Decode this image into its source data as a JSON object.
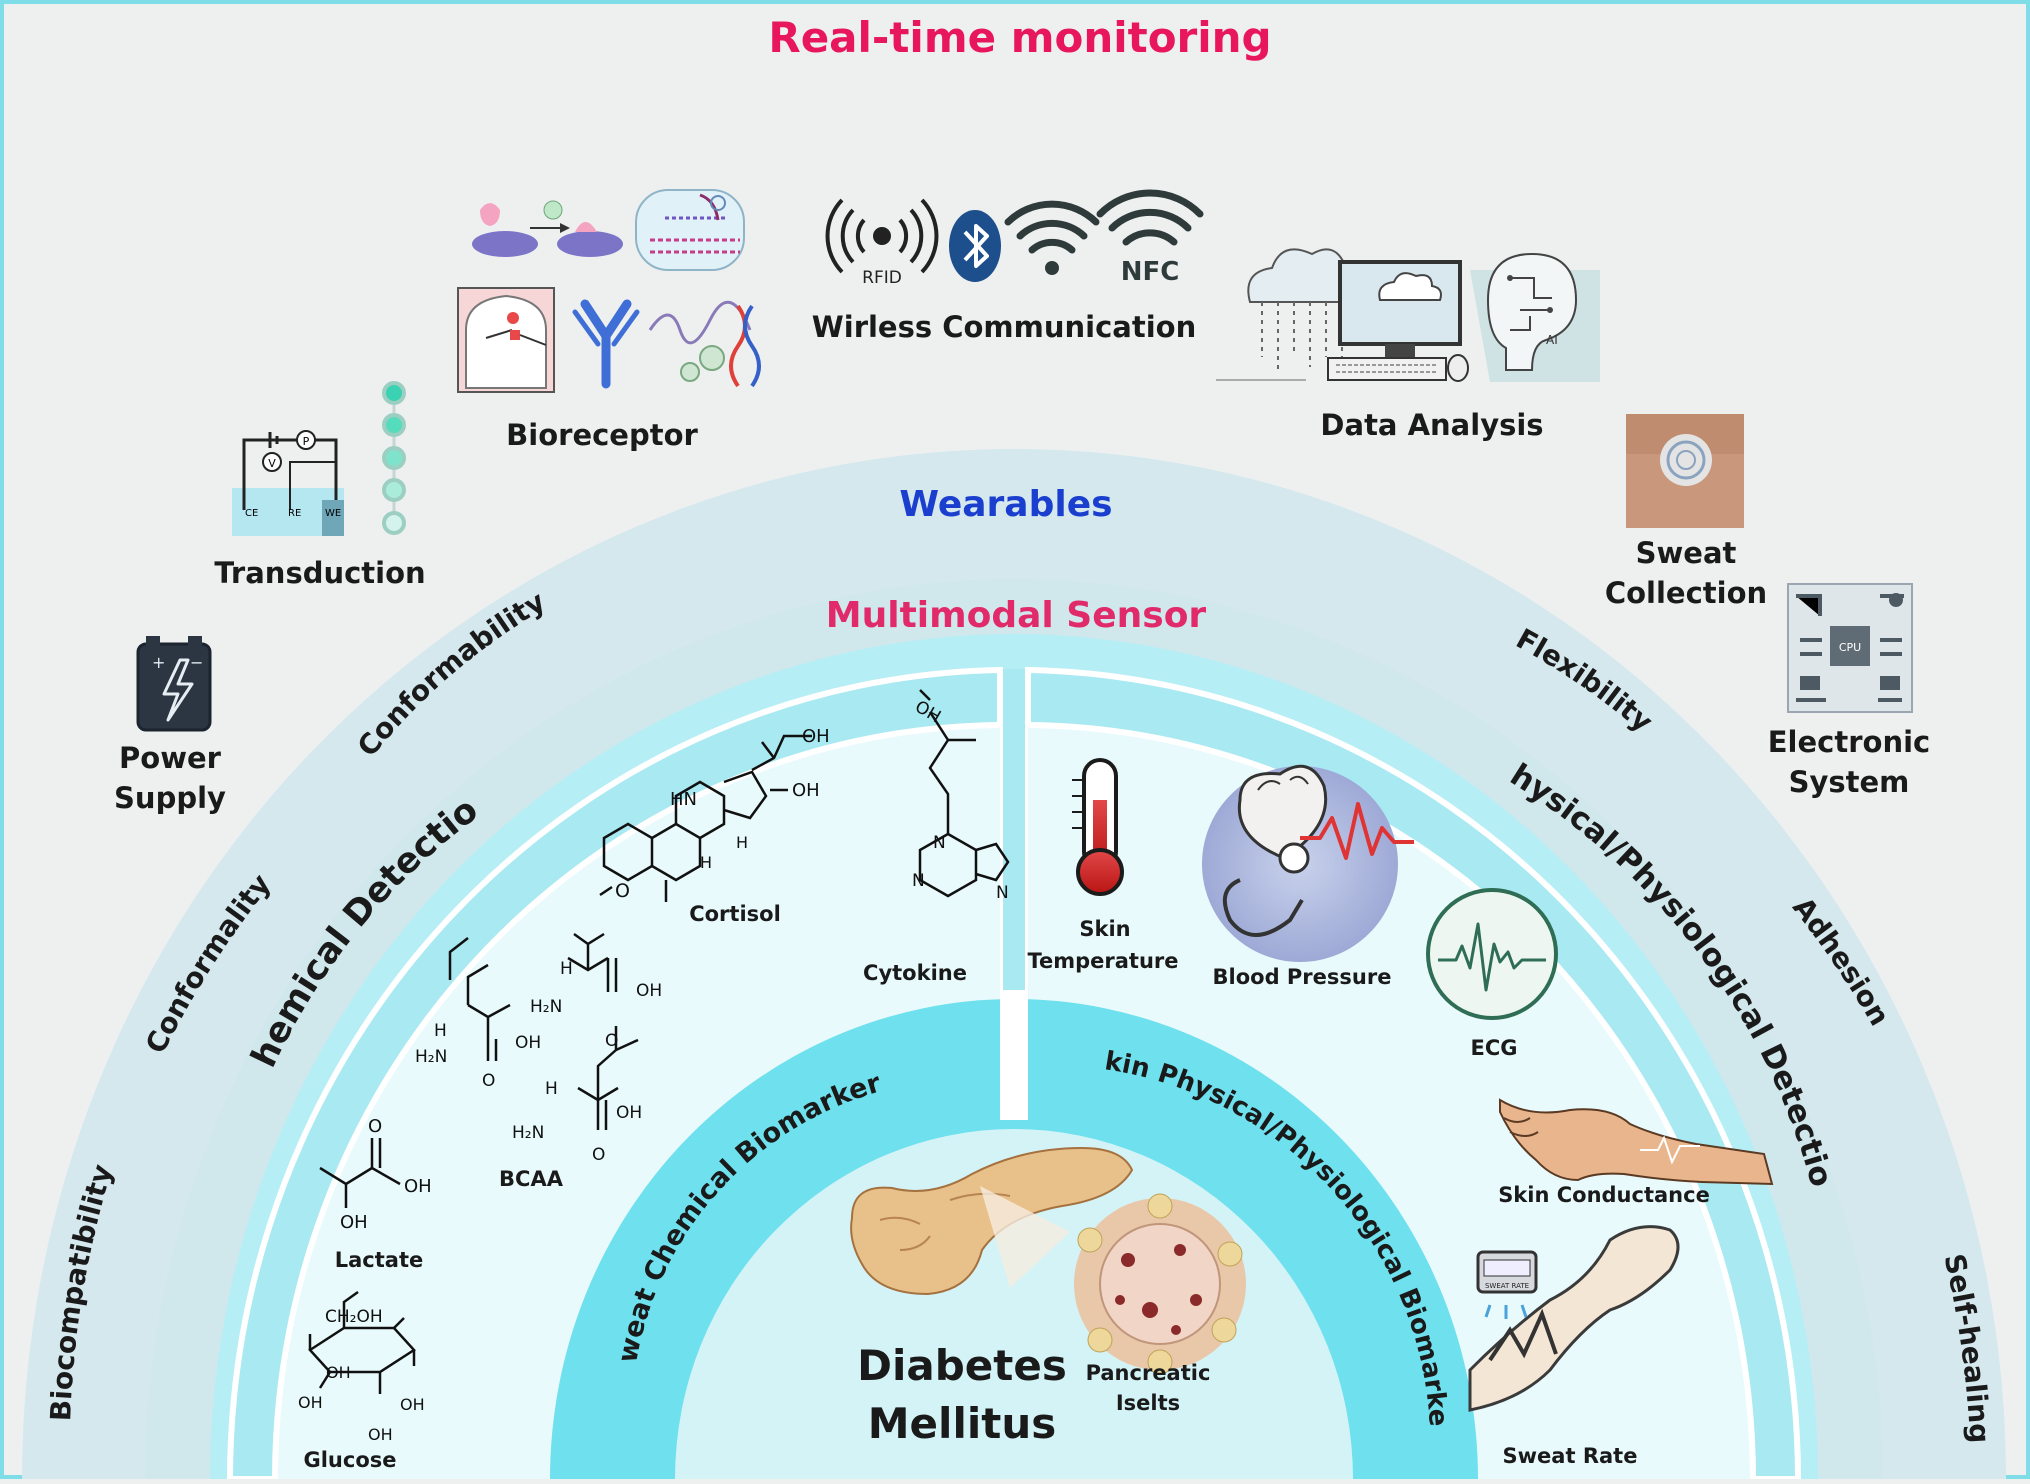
{
  "title": "Real-time monitoring",
  "top_elements": {
    "bioreceptor": "Bioreceptor",
    "transduction": "Transduction",
    "wireless": "Wirless Communication",
    "rfid": "RFID",
    "nfc": "NFC",
    "data_analysis": "Data Analysis",
    "ai": "AI",
    "power_supply_1": "Power",
    "power_supply_2": "Supply",
    "sweat_collection_1": "Sweat",
    "sweat_collection_2": "Collection",
    "electronic_system_1": "Electronic",
    "electronic_system_2": "System",
    "electrodes": [
      "CE",
      "RE",
      "WE"
    ],
    "circuit_v": "V",
    "circuit_p": "P",
    "cpu": "CPU"
  },
  "rings": {
    "wearables": "Wearables",
    "multimodal": "Multimodal Sensor",
    "properties": {
      "conformability": "Conformability",
      "conformality": "Conformality",
      "biocompatibility": "Biocompatibility",
      "flexibility": "Flexibility",
      "adhesion": "Adhesion",
      "self_healing": "Self-healing"
    },
    "chemical_detection": "Chemical Detection",
    "physical_detection": "Physical/Physiological Detection",
    "sweat_chemical": "Sweat Chemical Biomarkers",
    "skin_physical": "Skin Physical/Physiological Biomarkers"
  },
  "chemicals": {
    "cortisol": "Cortisol",
    "cytokine": "Cytokine",
    "bcaa": "BCAA",
    "lactate": "Lactate",
    "glucose": "Glucose",
    "oh": "OH",
    "ch2oh": "CH₂OH",
    "h2n": "H₂N",
    "h": "H",
    "n": "N",
    "o": "O",
    "hn": "HN"
  },
  "physical": {
    "skin_temperature_1": "Skin",
    "skin_temperature_2": "Temperature",
    "blood_pressure": "Blood Pressure",
    "ecg": "ECG",
    "skin_conductance": "Skin Conductance",
    "sweat_rate": "Sweat Rate",
    "sweat_rate_device": "SWEAT RATE"
  },
  "center": {
    "disease_1": "Diabetes",
    "disease_2": "Mellitus",
    "pancreatic_1": "Pancreatic",
    "pancreatic_2": "Iselts"
  },
  "colors": {
    "title": "#e8175d",
    "wearables": "#1a3fcf",
    "multimodal": "#e02a6a",
    "background": "#eef0f0",
    "outer_ring": "#d4e8ee",
    "sensor_ring": "#b6eef6",
    "inner_panel": "#e8fafc",
    "center_ring": "#6fe0ee",
    "center_core": "#d3f3f7"
  }
}
